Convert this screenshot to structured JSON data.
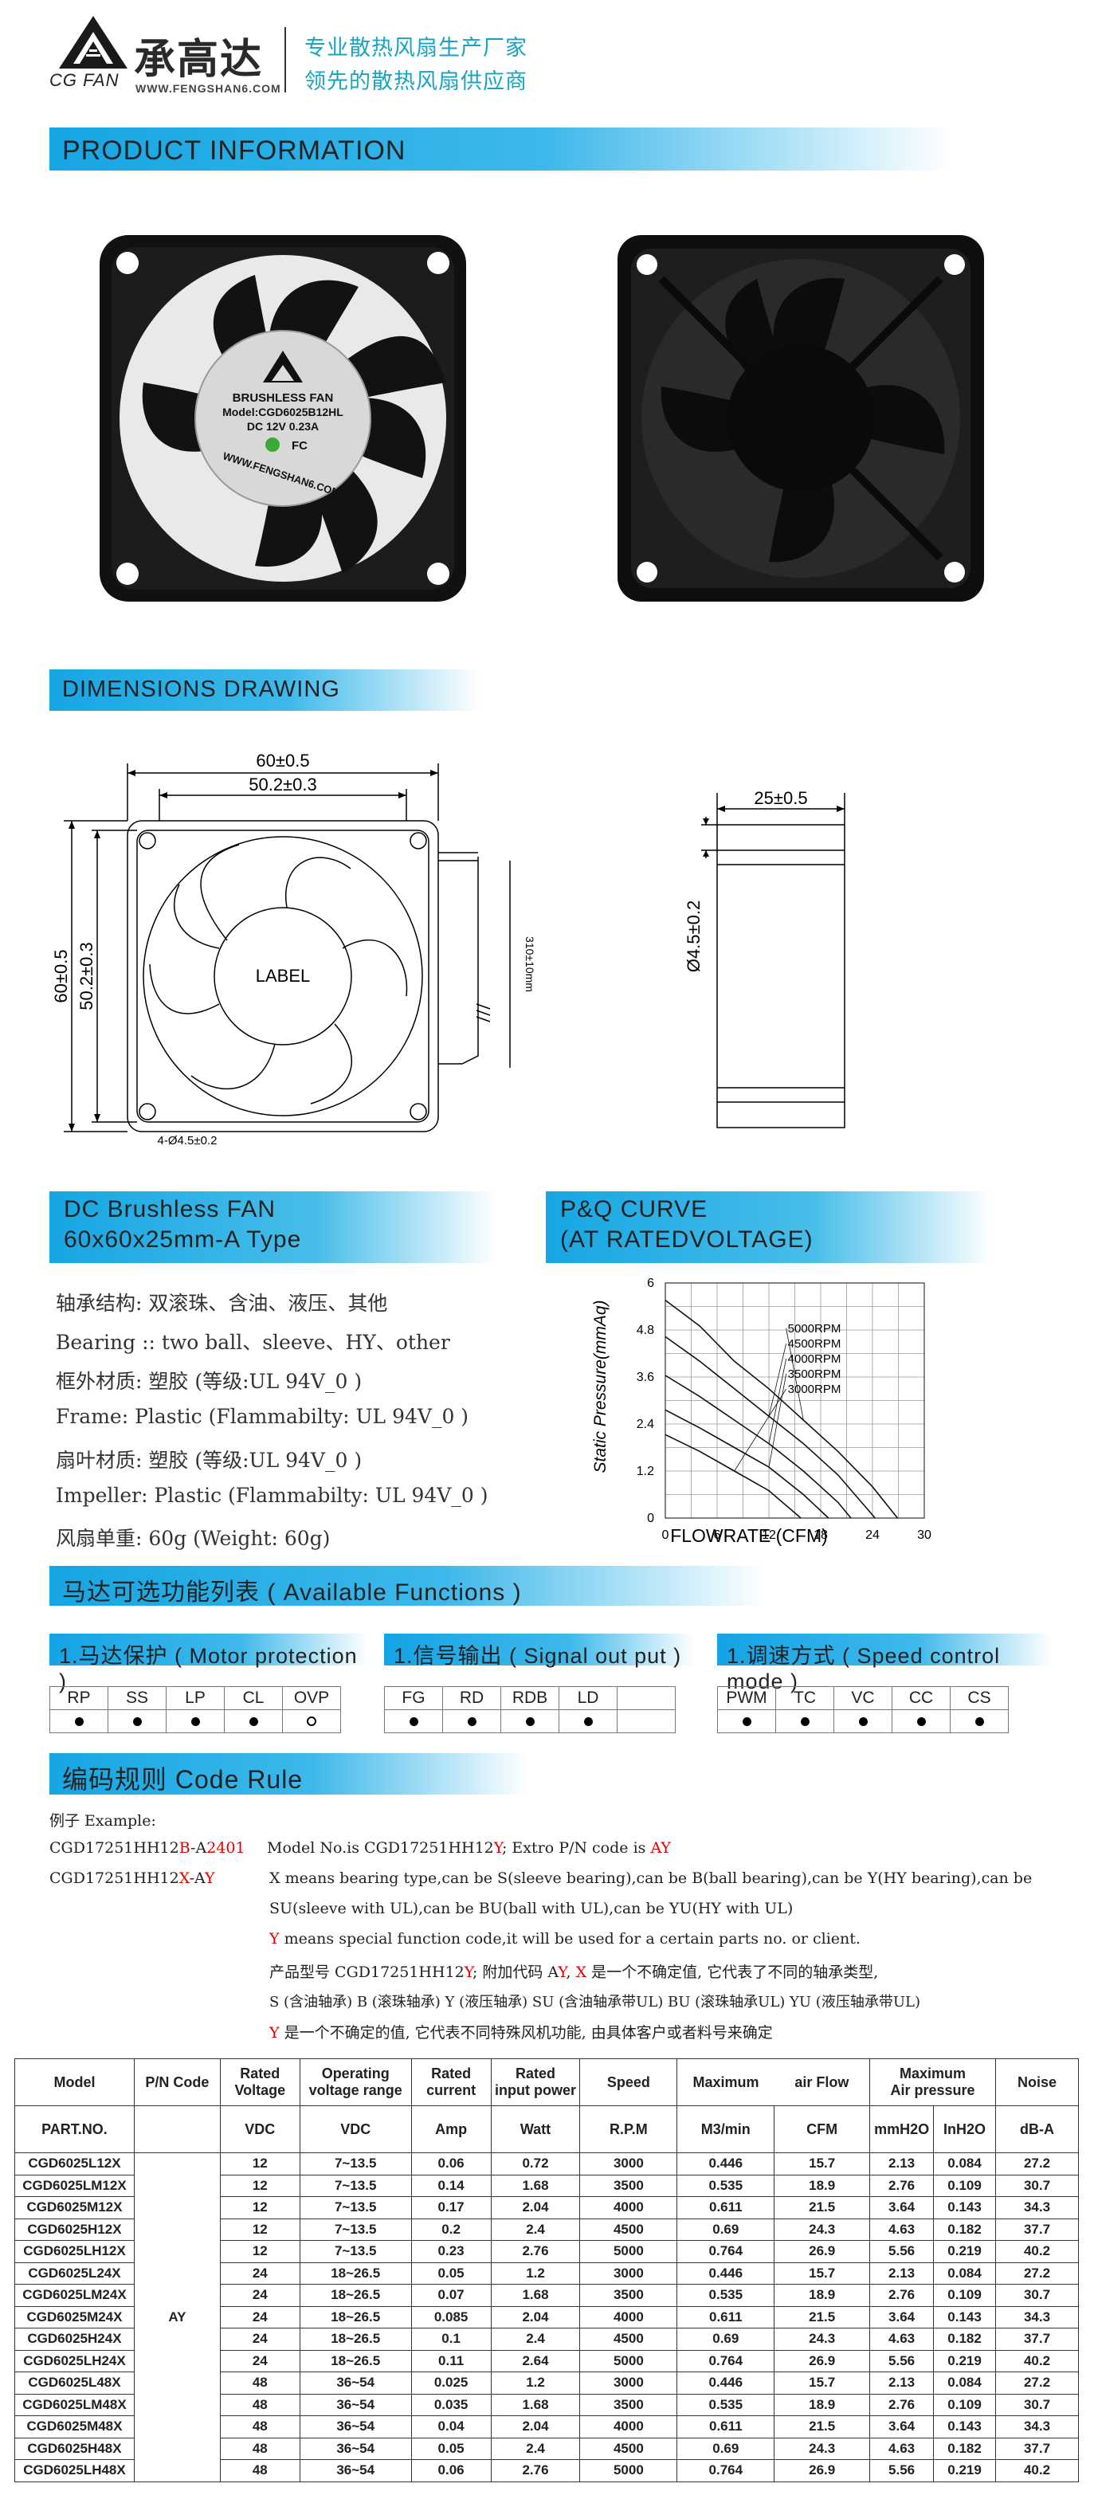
{
  "header": {
    "logo_brand": "CG FAN",
    "company_cn": "承高达",
    "website": "WWW.FENGSHAN6.COM",
    "slogan_1": "专业散热风扇生产厂家",
    "slogan_2": "领先的散热风扇供应商"
  },
  "sections": {
    "product_info": "PRODUCT  INFORMATION",
    "dimensions": "DIMENSIONS  DRAWING",
    "functions": "马达可选功能列表 ( Available  Functions )",
    "code_rule": "编码规则 Code  Rule"
  },
  "photo": {
    "label_line1": "BRUSHLESS FAN",
    "label_line2": "Model:CGD6025B12HL",
    "label_line3": "DC 12V   0.23A",
    "label_ring": "WWW.FENGSHAN6.COM"
  },
  "drawing": {
    "width_outer": "60±0.5",
    "width_inner": "50.2±0.3",
    "height_outer": "60±0.5",
    "height_inner": "50.2±0.3",
    "hole": "4-Ø4.5±0.2",
    "label": "LABEL",
    "wire": "310±10mm",
    "thickness": "25±0.5",
    "side_hole": "Ø4.5±0.2"
  },
  "spec_header": {
    "line1": "DC  Brushless  FAN",
    "line2": "60x60x25mm-A  Type",
    "pq_line1": "P&Q  CURVE",
    "pq_line2": "(AT  RATEDVOLTAGE)"
  },
  "specs": [
    "轴承结构: 双滚珠、含油、液压、其他",
    "Bearing :: two  ball、sleeve、HY、other",
    "框外材质: 塑胶 (等级:UL 94V_0 )",
    "Frame: Plastic (Flammabilty: UL 94V_0 )",
    "扇叶材质: 塑胶 (等级:UL 94V_0 )",
    "Impeller: Plastic  (Flammabilty: UL 94V_0 )",
    "风扇单重: 60g  (Weight: 60g)"
  ],
  "chart_data": {
    "type": "line",
    "title": "",
    "xlabel": "FLOWRATE (CFM)",
    "ylabel": "Static  Pressure(mmAq)",
    "xlim": [
      0,
      30
    ],
    "ylim": [
      0,
      6
    ],
    "x_ticks": [
      "0",
      "6",
      "12",
      "18",
      "24",
      "30"
    ],
    "y_ticks": [
      "0",
      "1.2",
      "2.4",
      "3.6",
      "4.8",
      "6"
    ],
    "grid": true,
    "legend_placement": "right",
    "series": [
      {
        "name": "5000RPM",
        "x": [
          0,
          4,
          8,
          12,
          16,
          20,
          24,
          26.9
        ],
        "y": [
          5.56,
          4.9,
          4.0,
          3.3,
          2.5,
          1.7,
          0.8,
          0.0
        ]
      },
      {
        "name": "4500RPM",
        "x": [
          0,
          4,
          8,
          12,
          16,
          20,
          24.3
        ],
        "y": [
          4.63,
          4.0,
          3.3,
          2.6,
          1.9,
          1.1,
          0.0
        ]
      },
      {
        "name": "4000RPM",
        "x": [
          0,
          4,
          8,
          12,
          16,
          20,
          21.5
        ],
        "y": [
          3.64,
          3.1,
          2.5,
          1.9,
          1.2,
          0.4,
          0.0
        ]
      },
      {
        "name": "3500RPM",
        "x": [
          0,
          4,
          8,
          12,
          16,
          18.9
        ],
        "y": [
          2.76,
          2.3,
          1.8,
          1.3,
          0.6,
          0.0
        ]
      },
      {
        "name": "3000RPM",
        "x": [
          0,
          4,
          8,
          12,
          15.7
        ],
        "y": [
          2.13,
          1.7,
          1.2,
          0.7,
          0.0
        ]
      }
    ]
  },
  "functions": {
    "motor": {
      "title": "1.马达保护 ( Motor  protection )",
      "items": [
        "RP",
        "SS",
        "LP",
        "CL",
        "OVP"
      ],
      "marks": [
        "dot",
        "dot",
        "dot",
        "dot",
        "ring"
      ]
    },
    "signal": {
      "title": "1.信号输出 ( Signal  out  put )",
      "items": [
        "FG",
        "RD",
        "RDB",
        "LD",
        ""
      ],
      "marks": [
        "dot",
        "dot",
        "dot",
        "dot",
        ""
      ]
    },
    "speed": {
      "title": "1.调速方式 ( Speed  control mode )",
      "items": [
        "PWM",
        "TC",
        "VC",
        "CC",
        "CS"
      ],
      "marks": [
        "dot",
        "dot",
        "dot",
        "dot",
        "dot"
      ]
    }
  },
  "code_rule": {
    "example_label": "例子 Example:",
    "ex1_code_a": "CGD17251HH12",
    "ex1_code_b": "B",
    "ex1_code_c": "-A",
    "ex1_code_d": "2401",
    "ex1_desc_a": "Model  No.is  CGD17251HH12",
    "ex1_desc_b": "Y",
    "ex1_desc_c": "; Extro P/N code is",
    "ex1_desc_d": "AY",
    "ex2_code_a": "CGD17251HH12",
    "ex2_code_b": "X",
    "ex2_code_c": "-A",
    "ex2_code_d": "Y",
    "x_line1": "X  means bearing type,can be S(sleeve bearing),can be B(ball bearing),can be Y(HY bearing),can be",
    "x_line2": "SU(sleeve with UL),can be BU(ball with UL),can be YU(HY with UL)",
    "y_line_a": "Y",
    "y_line_b": " means special function code,it will be used for a certain parts no. or client.",
    "cn1_a": "产品型号  CGD17251HH12",
    "cn1_b": "Y",
    "cn1_c": "; 附加代码 A",
    "cn1_d": "Y",
    "cn1_e": ", ",
    "cn1_f": "X",
    "cn1_g": " 是一个不确定值, 它代表了不同的轴承类型,",
    "cn2": "S (含油轴承) B (滚珠轴承) Y (液压轴承) SU (含油轴承带UL) BU (滚珠轴承UL) YU (液压轴承带UL)",
    "cn3_a": "Y",
    "cn3_b": " 是一个不确定的值, 它代表不同特殊风机功能, 由具体客户或者料号来确定"
  },
  "table": {
    "headers": [
      "Model",
      "P/N Code",
      "Rated\nVoltage",
      "Operating\nvoltage range",
      "Rated\ncurrent",
      "Rated\ninput power",
      "Speed",
      "Maximum",
      "air Flow",
      "Maximum\nAir pressure",
      "Noise"
    ],
    "units": [
      "PART.NO.",
      "",
      "VDC",
      "VDC",
      "Amp",
      "Watt",
      "R.P.M",
      "M3/min",
      "CFM",
      "mmH2O",
      "InH2O",
      "dB-A"
    ],
    "pn_code": "AY",
    "rows": [
      [
        "CGD6025L12X",
        "12",
        "7~13.5",
        "0.06",
        "0.72",
        "3000",
        "0.446",
        "15.7",
        "2.13",
        "0.084",
        "27.2"
      ],
      [
        "CGD6025LM12X",
        "12",
        "7~13.5",
        "0.14",
        "1.68",
        "3500",
        "0.535",
        "18.9",
        "2.76",
        "0.109",
        "30.7"
      ],
      [
        "CGD6025M12X",
        "12",
        "7~13.5",
        "0.17",
        "2.04",
        "4000",
        "0.611",
        "21.5",
        "3.64",
        "0.143",
        "34.3"
      ],
      [
        "CGD6025H12X",
        "12",
        "7~13.5",
        "0.2",
        "2.4",
        "4500",
        "0.69",
        "24.3",
        "4.63",
        "0.182",
        "37.7"
      ],
      [
        "CGD6025LH12X",
        "12",
        "7~13.5",
        "0.23",
        "2.76",
        "5000",
        "0.764",
        "26.9",
        "5.56",
        "0.219",
        "40.2"
      ],
      [
        "CGD6025L24X",
        "24",
        "18~26.5",
        "0.05",
        "1.2",
        "3000",
        "0.446",
        "15.7",
        "2.13",
        "0.084",
        "27.2"
      ],
      [
        "CGD6025LM24X",
        "24",
        "18~26.5",
        "0.07",
        "1.68",
        "3500",
        "0.535",
        "18.9",
        "2.76",
        "0.109",
        "30.7"
      ],
      [
        "CGD6025M24X",
        "24",
        "18~26.5",
        "0.085",
        "2.04",
        "4000",
        "0.611",
        "21.5",
        "3.64",
        "0.143",
        "34.3"
      ],
      [
        "CGD6025H24X",
        "24",
        "18~26.5",
        "0.1",
        "2.4",
        "4500",
        "0.69",
        "24.3",
        "4.63",
        "0.182",
        "37.7"
      ],
      [
        "CGD6025LH24X",
        "24",
        "18~26.5",
        "0.11",
        "2.64",
        "5000",
        "0.764",
        "26.9",
        "5.56",
        "0.219",
        "40.2"
      ],
      [
        "CGD6025L48X",
        "48",
        "36~54",
        "0.025",
        "1.2",
        "3000",
        "0.446",
        "15.7",
        "2.13",
        "0.084",
        "27.2"
      ],
      [
        "CGD6025LM48X",
        "48",
        "36~54",
        "0.035",
        "1.68",
        "3500",
        "0.535",
        "18.9",
        "2.76",
        "0.109",
        "30.7"
      ],
      [
        "CGD6025M48X",
        "48",
        "36~54",
        "0.04",
        "2.04",
        "4000",
        "0.611",
        "21.5",
        "3.64",
        "0.143",
        "34.3"
      ],
      [
        "CGD6025H48X",
        "48",
        "36~54",
        "0.05",
        "2.4",
        "4500",
        "0.69",
        "24.3",
        "4.63",
        "0.182",
        "37.7"
      ],
      [
        "CGD6025LH48X",
        "48",
        "36~54",
        "0.06",
        "2.76",
        "5000",
        "0.764",
        "26.9",
        "5.56",
        "0.219",
        "40.2"
      ]
    ]
  },
  "colors": {
    "accent_blue": "#16a6e3",
    "slogan_teal": "#19a3c2",
    "highlight_red": "#e30000",
    "logo_green": "#3aa935"
  }
}
